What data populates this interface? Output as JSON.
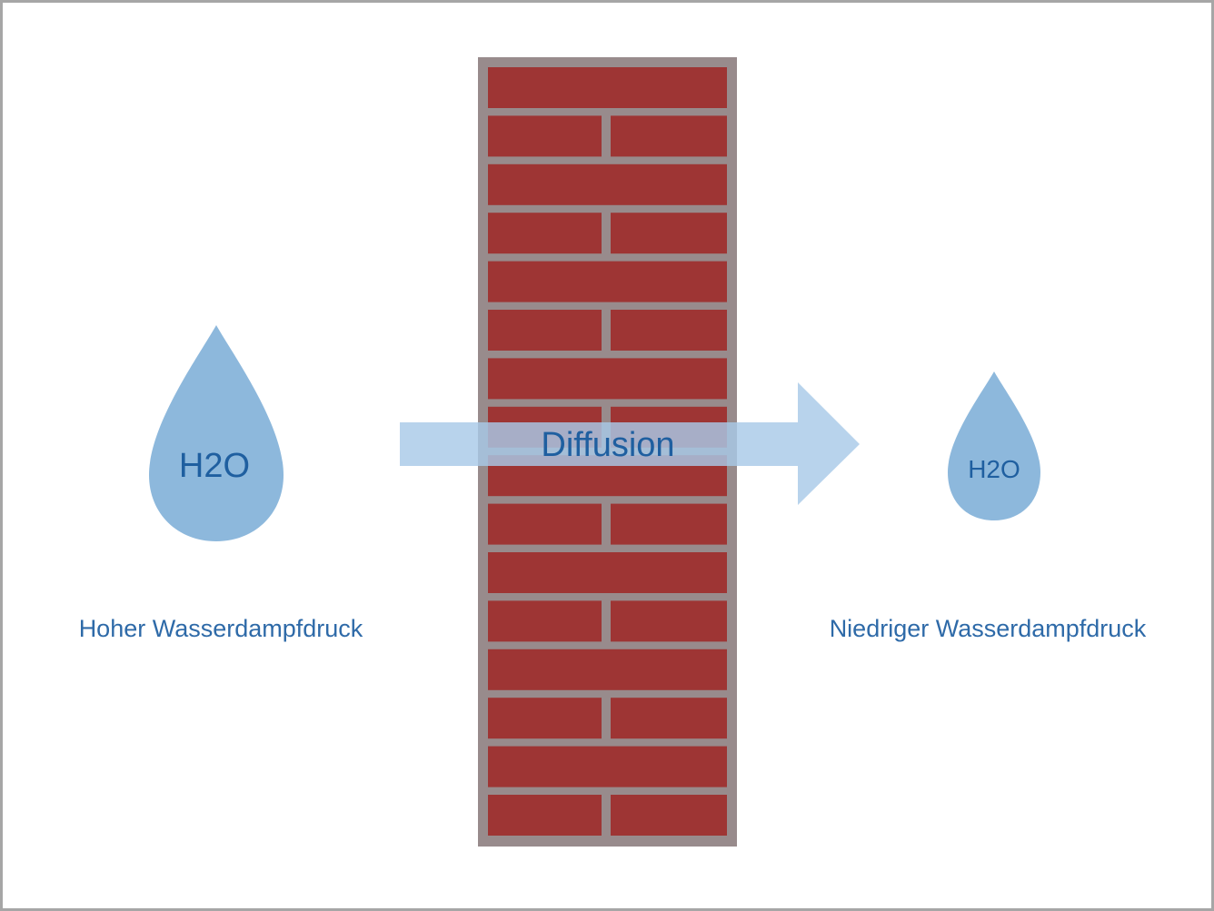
{
  "colors": {
    "mortar": "#988b8c",
    "brick": "#9e3534",
    "drop": "#8db8dc",
    "arrow": "#a8c9e8",
    "text": "#2e6aa8"
  },
  "left": {
    "drop_label": "H2O",
    "caption": "Hoher Wasserdampfdruck"
  },
  "right": {
    "drop_label": "H2O",
    "caption": "Niedriger Wasserdampfdruck"
  },
  "arrow": {
    "label": "Diffusion"
  }
}
